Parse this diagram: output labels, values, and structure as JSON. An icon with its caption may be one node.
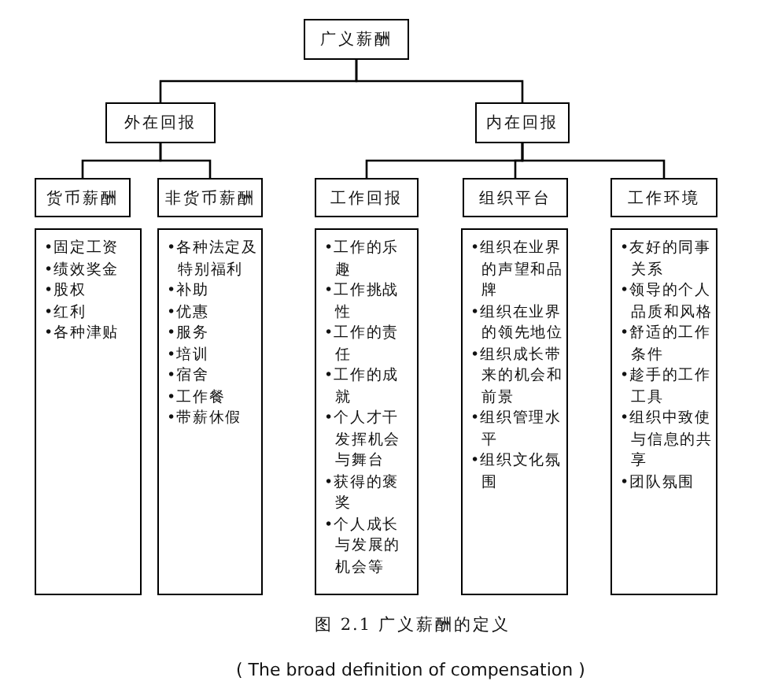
{
  "diagram": {
    "caption": "图 2.1 广义薪酬的定义",
    "nodes": [
      {
        "text": [
          "广义薪酬"
        ]
      },
      {
        "text": [
          "外在回报"
        ]
      },
      {
        "text": [
          "内在回报"
        ]
      },
      {
        "text": [
          "货币薪酬"
        ]
      },
      {
        "text": [
          "非货币薪酬"
        ]
      },
      {
        "text": [
          "工作回报"
        ]
      },
      {
        "text": [
          "组织平台"
        ]
      },
      {
        "text": [
          "工作环境"
        ]
      },
      {
        "text": [
          "•固定工资",
          "•绩效奖金",
          "•股权",
          "•红利",
          "•各种津贴"
        ]
      },
      {
        "text": [
          "•各种法定及特别福利",
          "•补助",
          "•优惠",
          "•服务",
          "•培训",
          "•宿舍",
          "•工作餐",
          "•带薪休假"
        ]
      },
      {
        "text": [
          "•工作的乐趣",
          "•工作挑战性",
          "•工作的责任",
          "•工作的成就",
          "•个人才干发挥机会与舞台",
          "•获得的褒奖",
          "•个人成长与发展的机会等"
        ]
      },
      {
        "text": [
          "•组织在业界的声望和品牌",
          "•组织在业界的领先地位",
          "•组织成长带来的机会和前景",
          "•组织管理水平",
          "•组织文化氛围"
        ]
      },
      {
        "text": [
          "•友好的同事关系",
          "•领导的个人品质和风格",
          "•舒适的工作条件",
          "•趁手的工作工具",
          "•组织中致使与信息的共享",
          "•团队氛围"
        ]
      }
    ],
    "edges": [
      {
        "from": 0,
        "to": 1,
        "arrow": "none"
      },
      {
        "from": 0,
        "to": 2,
        "arrow": "none"
      },
      {
        "from": 1,
        "to": 3,
        "arrow": "none"
      },
      {
        "from": 1,
        "to": 4,
        "arrow": "none"
      },
      {
        "from": 2,
        "to": 5,
        "arrow": "none"
      },
      {
        "from": 2,
        "to": 6,
        "arrow": "none"
      },
      {
        "from": 2,
        "to": 7,
        "arrow": "none"
      }
    ],
    "labels": [
      "( The broad definition of compensation )"
    ]
  }
}
